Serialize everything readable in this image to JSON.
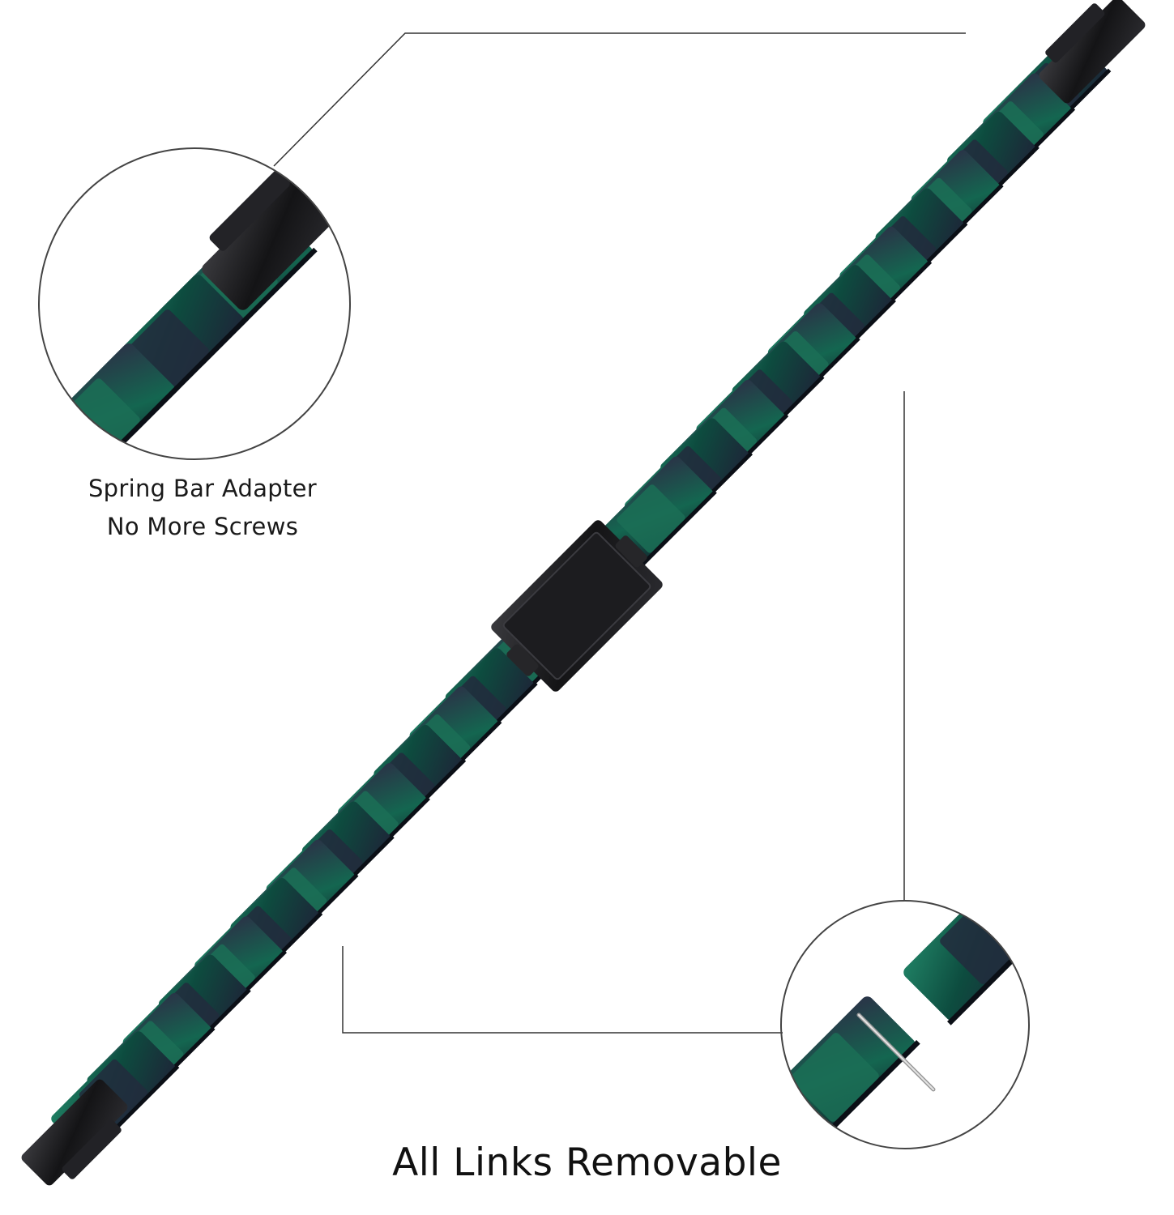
{
  "captions": {
    "adapter_line1": "Spring Bar Adapter",
    "adapter_line2": "No More Screws",
    "headline": "All Links Removable"
  },
  "colors": {
    "background": "#ffffff",
    "resin_green": "#0f5a4a",
    "resin_dark": "#1c2535",
    "metal_black": "#1a1a1c",
    "callout_line": "#333333"
  },
  "icons": {
    "product": "watch-band",
    "clasp": "butterfly-clasp",
    "adapter": "spring-bar-adapter",
    "tool": "spring-bar-pin"
  }
}
